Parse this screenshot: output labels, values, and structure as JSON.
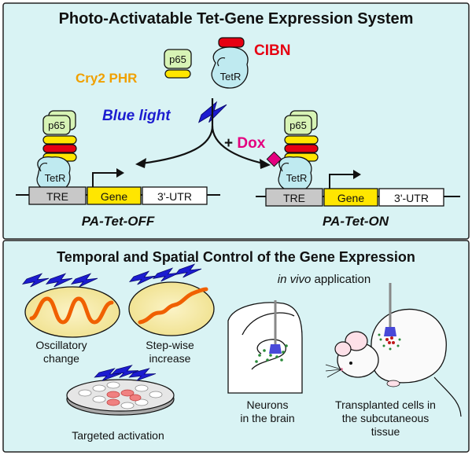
{
  "top_panel": {
    "title": "Photo-Activatable Tet-Gene Expression System",
    "cibn": "CIBN",
    "cry2_phr": "Cry2 PHR",
    "p65": "p65",
    "tetr": "TetR",
    "blue_light": "Blue light",
    "dox": "+ Dox",
    "tre": "TRE",
    "gene": "Gene",
    "utr": "3'-UTR",
    "pa_tet_off": "PA-Tet-OFF",
    "pa_tet_on": "PA-Tet-ON"
  },
  "bottom_panel": {
    "title": "Temporal and Spatial Control of the Gene Expression",
    "in_vivo_italic": "in vivo",
    "in_vivo_rest": " application",
    "oscillatory_1": "Oscillatory",
    "oscillatory_2": "change",
    "stepwise_1": "Step-wise",
    "stepwise_2": "increase",
    "targeted": "Targeted activation",
    "neurons_1": "Neurons",
    "neurons_2": "in the brain",
    "transplanted_1": "Transplanted cells in",
    "transplanted_2": "the subcutaneous",
    "transplanted_3": "tissue"
  },
  "colors": {
    "panel_bg": "#d9f3f4",
    "cyan_protein": "#bfeaf0",
    "p65_green": "#d7f3b5",
    "yellow": "#ffe600",
    "red": "#e60012",
    "dark_blue": "#1c1cd0",
    "cry2_orange": "#f0a000",
    "cibn_red": "#e60012",
    "dox_magenta": "#e4007f",
    "wave_orange": "#f06000",
    "cell_yellow": "#f6e9a0"
  }
}
